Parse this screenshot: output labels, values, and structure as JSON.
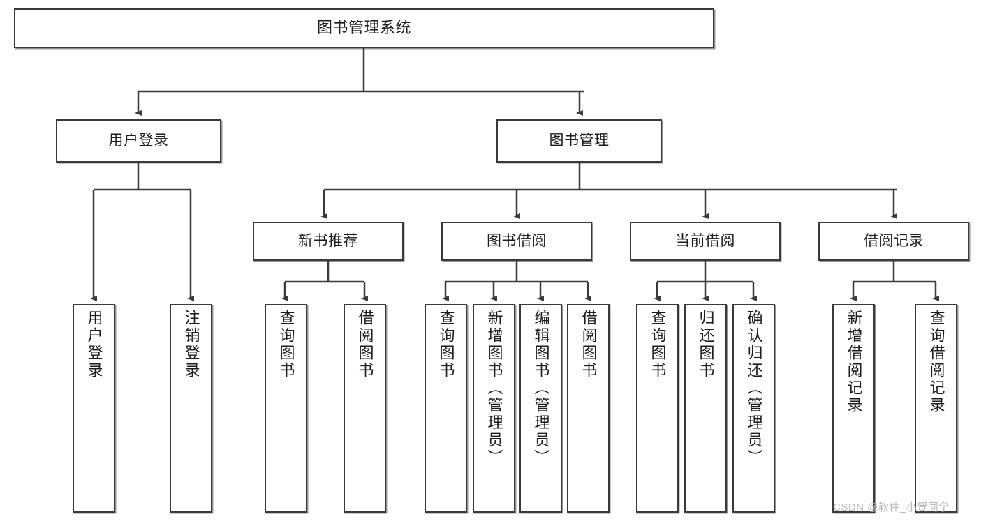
{
  "diagram": {
    "title": "图书管理系统",
    "type": "tree",
    "watermark": "CSDN @软件_小贺同学",
    "line_color": "#3a3a3a",
    "node_fill": "#ffffff",
    "text_color": "#1c1c1c",
    "nodes": {
      "root": "图书管理系统",
      "user_login": "用户登录",
      "book_manage": "图书管理",
      "new_book_rec": "新书推荐",
      "book_borrow": "图书借阅",
      "current_borrow": "当前借阅",
      "borrow_record": "借阅记录",
      "leaf_user_login": "用户登录",
      "leaf_logout_login": "注销登录",
      "leaf_query_book_1": "查询图书",
      "leaf_borrow_book_1": "借阅图书",
      "leaf_query_book_2": "查询图书",
      "leaf_add_book_admin": "新增图书（管理员）",
      "leaf_edit_book_admin": "编辑图书（管理员）",
      "leaf_borrow_book_2": "借阅图书",
      "leaf_query_book_3": "查询图书",
      "leaf_return_book": "归还图书",
      "leaf_confirm_return_admin": "确认归还（管理员）",
      "leaf_add_borrow_record": "新增借阅记录",
      "leaf_query_borrow_record": "查询借阅记录"
    }
  }
}
